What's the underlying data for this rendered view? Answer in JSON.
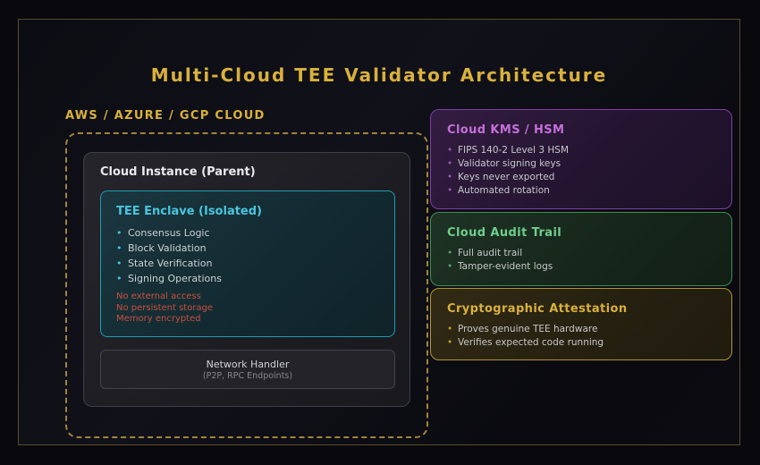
{
  "title": "Multi-Cloud TEE Validator Architecture",
  "cloud_label": "AWS / AZURE / GCP CLOUD",
  "parent_box": {
    "title": "Cloud Instance (Parent)",
    "enclave": {
      "title": "TEE Enclave (Isolated)",
      "items": [
        "Consensus Logic",
        "Block Validation",
        "State Verification",
        "Signing Operations"
      ],
      "restrictions": [
        "No external access",
        "No persistent storage",
        "Memory encrypted"
      ]
    },
    "network": {
      "title": "Network Handler",
      "subtitle": "(P2P, RPC Endpoints)"
    }
  },
  "side_panels": [
    {
      "title": "Cloud KMS / HSM",
      "items": [
        "FIPS 140-2 Level 3 HSM",
        "Validator signing keys",
        "Keys never exported",
        "Automated rotation"
      ],
      "accent": "#c46fd9"
    },
    {
      "title": "Cloud Audit Trail",
      "items": [
        "Full audit trail",
        "Tamper-evident logs"
      ],
      "accent": "#6fce8c"
    },
    {
      "title": "Cryptographic Attestation",
      "items": [
        "Proves genuine TEE hardware",
        "Verifies expected code running"
      ],
      "accent": "#d9b13c"
    }
  ],
  "colors": {
    "gold_accent": "#d9b13c",
    "cyan_accent": "#49c5dd",
    "red_warning": "#c9503e",
    "purple_accent": "#c46fd9",
    "green_accent": "#6fce8c",
    "background": "#08080d",
    "frame_border": "#5a4d2a",
    "dashed_border": "#a0853b"
  }
}
